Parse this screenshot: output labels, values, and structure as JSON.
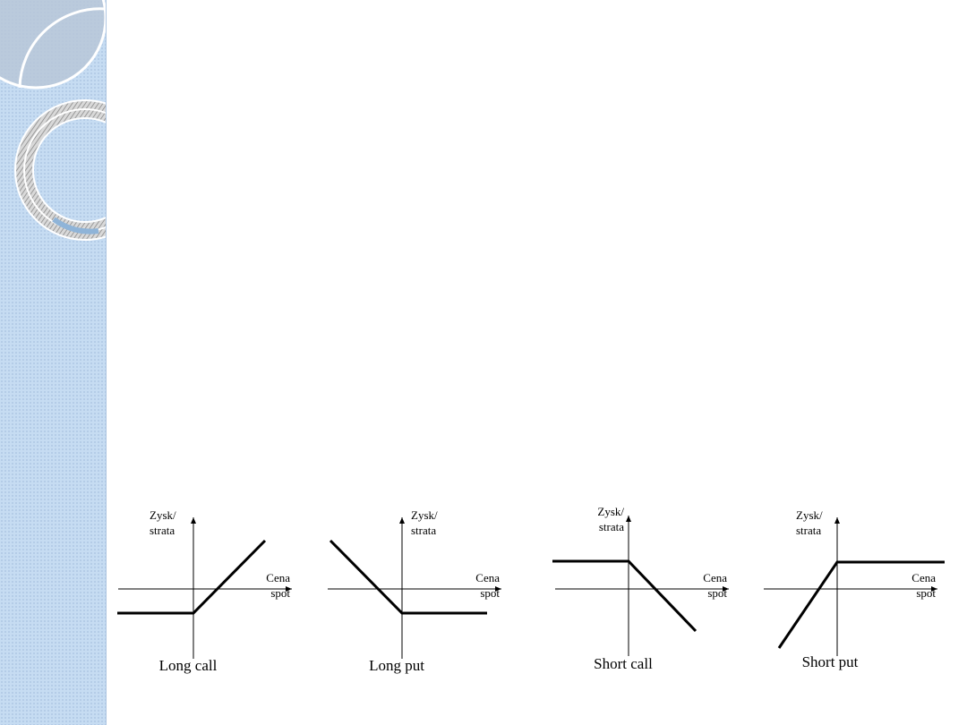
{
  "colors": {
    "strip": "#c6dcf2",
    "line": "#000000"
  },
  "icons": [
    "decorative-rings-icon"
  ],
  "chart_data": [
    {
      "type": "line",
      "title": "Long call",
      "ylabel": "Zysk/ strata",
      "ylabel_lines": [
        "Zysk/",
        "strata"
      ],
      "xlabel": "Cena spot",
      "xlabel_lines": [
        "Cena",
        "spot"
      ],
      "series": [
        {
          "x": [
            -85,
            0,
            80
          ],
          "y": [
            -27,
            -27,
            54
          ]
        }
      ]
    },
    {
      "type": "line",
      "title": "Long put",
      "ylabel": "Zysk/ strata",
      "ylabel_lines": [
        "Zysk/",
        "strata"
      ],
      "xlabel": "Cena spot",
      "xlabel_lines": [
        "Cena",
        "spot"
      ],
      "series": [
        {
          "x": [
            -80,
            0,
            95
          ],
          "y": [
            54,
            -27,
            -27
          ]
        }
      ]
    },
    {
      "type": "line",
      "title": "Short call",
      "ylabel": "Zysk/ strata",
      "ylabel_lines": [
        "Zysk/",
        "strata"
      ],
      "xlabel": "Cena spot",
      "xlabel_lines": [
        "Cena",
        "spot"
      ],
      "series": [
        {
          "x": [
            -85,
            0,
            75
          ],
          "y": [
            31,
            31,
            -47
          ]
        }
      ]
    },
    {
      "type": "line",
      "title": "Short put",
      "ylabel": "Zysk/ strata",
      "ylabel_lines": [
        "Zysk/",
        "strata"
      ],
      "xlabel": "Cena spot",
      "xlabel_lines": [
        "Cena",
        "spot"
      ],
      "series": [
        {
          "x": [
            -65,
            0,
            120
          ],
          "y": [
            -66,
            30,
            30
          ]
        }
      ]
    }
  ]
}
